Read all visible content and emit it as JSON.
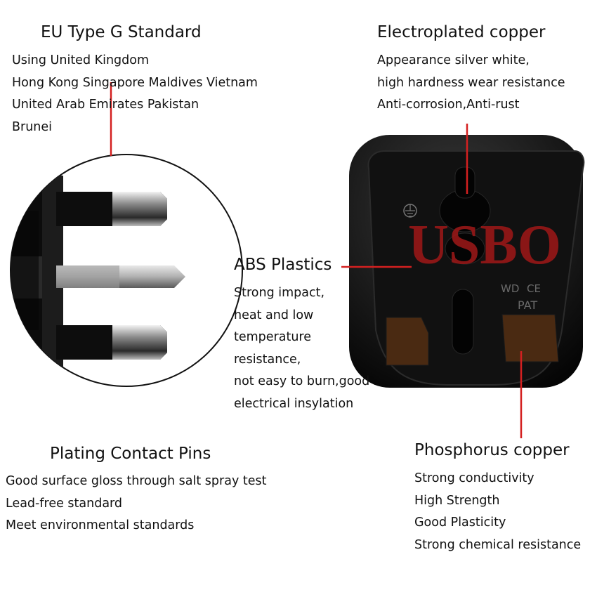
{
  "tl": {
    "heading": "EU Type G Standard",
    "lines": [
      "Using United Kingdom",
      "Hong Kong Singapore Maldives Vietnam",
      "United Arab Emirates Pakistan",
      "Brunei"
    ]
  },
  "tr": {
    "heading": "Electroplated copper",
    "lines": [
      "Appearance silver white,",
      "high hardness wear resistance",
      "Anti-corrosion,Anti-rust"
    ]
  },
  "mid": {
    "heading": "ABS Plastics",
    "lines": [
      "Strong impact,",
      "heat and low",
      "temperature",
      "resistance,",
      "not easy to burn,good",
      "electrical insylation"
    ]
  },
  "bl": {
    "heading": "Plating Contact Pins",
    "lines": [
      "Good surface gloss through salt spray test",
      "Lead-free standard",
      "Meet environmental standards"
    ]
  },
  "br": {
    "heading": "Phosphorus copper",
    "lines": [
      "Strong conductivity",
      "High Strength",
      "Good Plasticity",
      "Strong chemical resistance"
    ]
  },
  "socket": {
    "watermark": "USBO",
    "mark_wd": "WD",
    "mark_ce": "CE",
    "mark_pat": "PAT"
  },
  "colors": {
    "callout": "#d42020",
    "body": "#111111",
    "watermark": "#a01818"
  }
}
